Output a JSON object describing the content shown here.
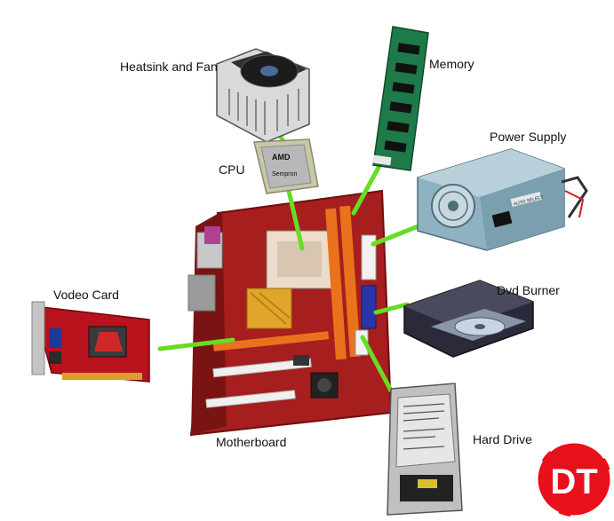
{
  "labels": {
    "heatsink": "Heatsink and Fan",
    "memory": "Memory",
    "power_supply": "Power Supply",
    "cpu": "CPU",
    "video_card": "Vodeo Card",
    "dvd_burner": "Dvd Burner",
    "motherboard": "Motherboard",
    "hard_drive": "Hard Drive"
  },
  "cpu_chip": {
    "brand": "AMD",
    "model": "Sempron"
  },
  "psu_switch": "AUTO SELECT",
  "logo": {
    "text": "DT",
    "color": "#e8101a"
  },
  "colors": {
    "connector": "#66dd22",
    "board": "#a61e1e",
    "slot": "#e8731c"
  }
}
